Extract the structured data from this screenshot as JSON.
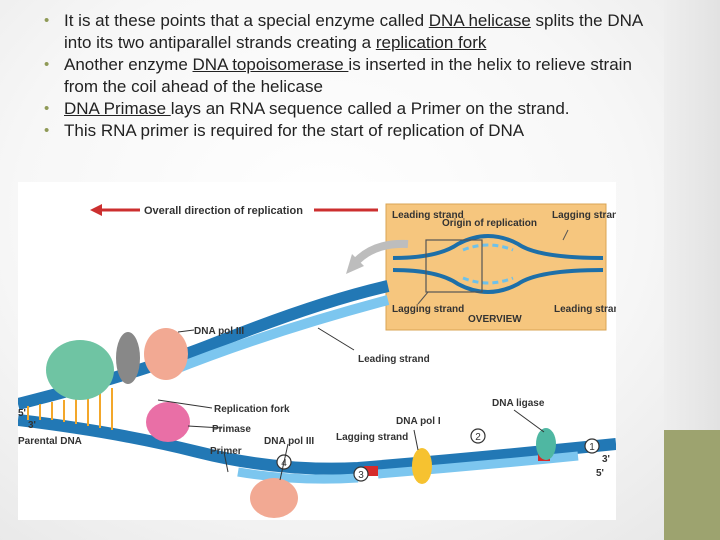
{
  "bullets": [
    {
      "before": "It is at these points that a special enzyme called ",
      "term": "DNA helicase",
      "middle": " splits the DNA into its two antiparallel strands creating a ",
      "term2": "replication fork",
      "after": ""
    },
    {
      "before": "Another enzyme ",
      "term": "DNA topoisomerase ",
      "after": "is inserted in the helix to relieve strain from the coil ahead of the helicase"
    },
    {
      "term": "DNA Primase ",
      "after": "lays an RNA sequence called a Primer on the strand."
    },
    {
      "text": "This RNA primer is required for the start of replication of DNA"
    }
  ],
  "figure": {
    "overall_direction": "Overall direction of replication",
    "overview": {
      "leading_strand_left": "Leading strand",
      "origin": "Origin of replication",
      "lagging_strand_right": "Lagging strand",
      "lagging_strand_left": "Lagging strand",
      "overview_label": "OVERVIEW",
      "leading_strand_right": "Leading strand"
    },
    "labels": {
      "dna_pol_iii_top": "DNA pol III",
      "leading_strand": "Leading strand",
      "replication_fork": "Replication fork",
      "primase": "Primase",
      "primer": "Primer",
      "dna_pol_iii_bottom": "DNA pol III",
      "lagging_strand": "Lagging strand",
      "dna_pol_i": "DNA pol I",
      "dna_ligase": "DNA ligase",
      "parental_dna": "Parental DNA",
      "end_5_left": "5'",
      "end_3_left": "3'",
      "end_3_right": "3'",
      "end_5_right": "5'",
      "step_1": "1",
      "step_2": "2",
      "step_3": "3",
      "step_4": "4"
    }
  }
}
